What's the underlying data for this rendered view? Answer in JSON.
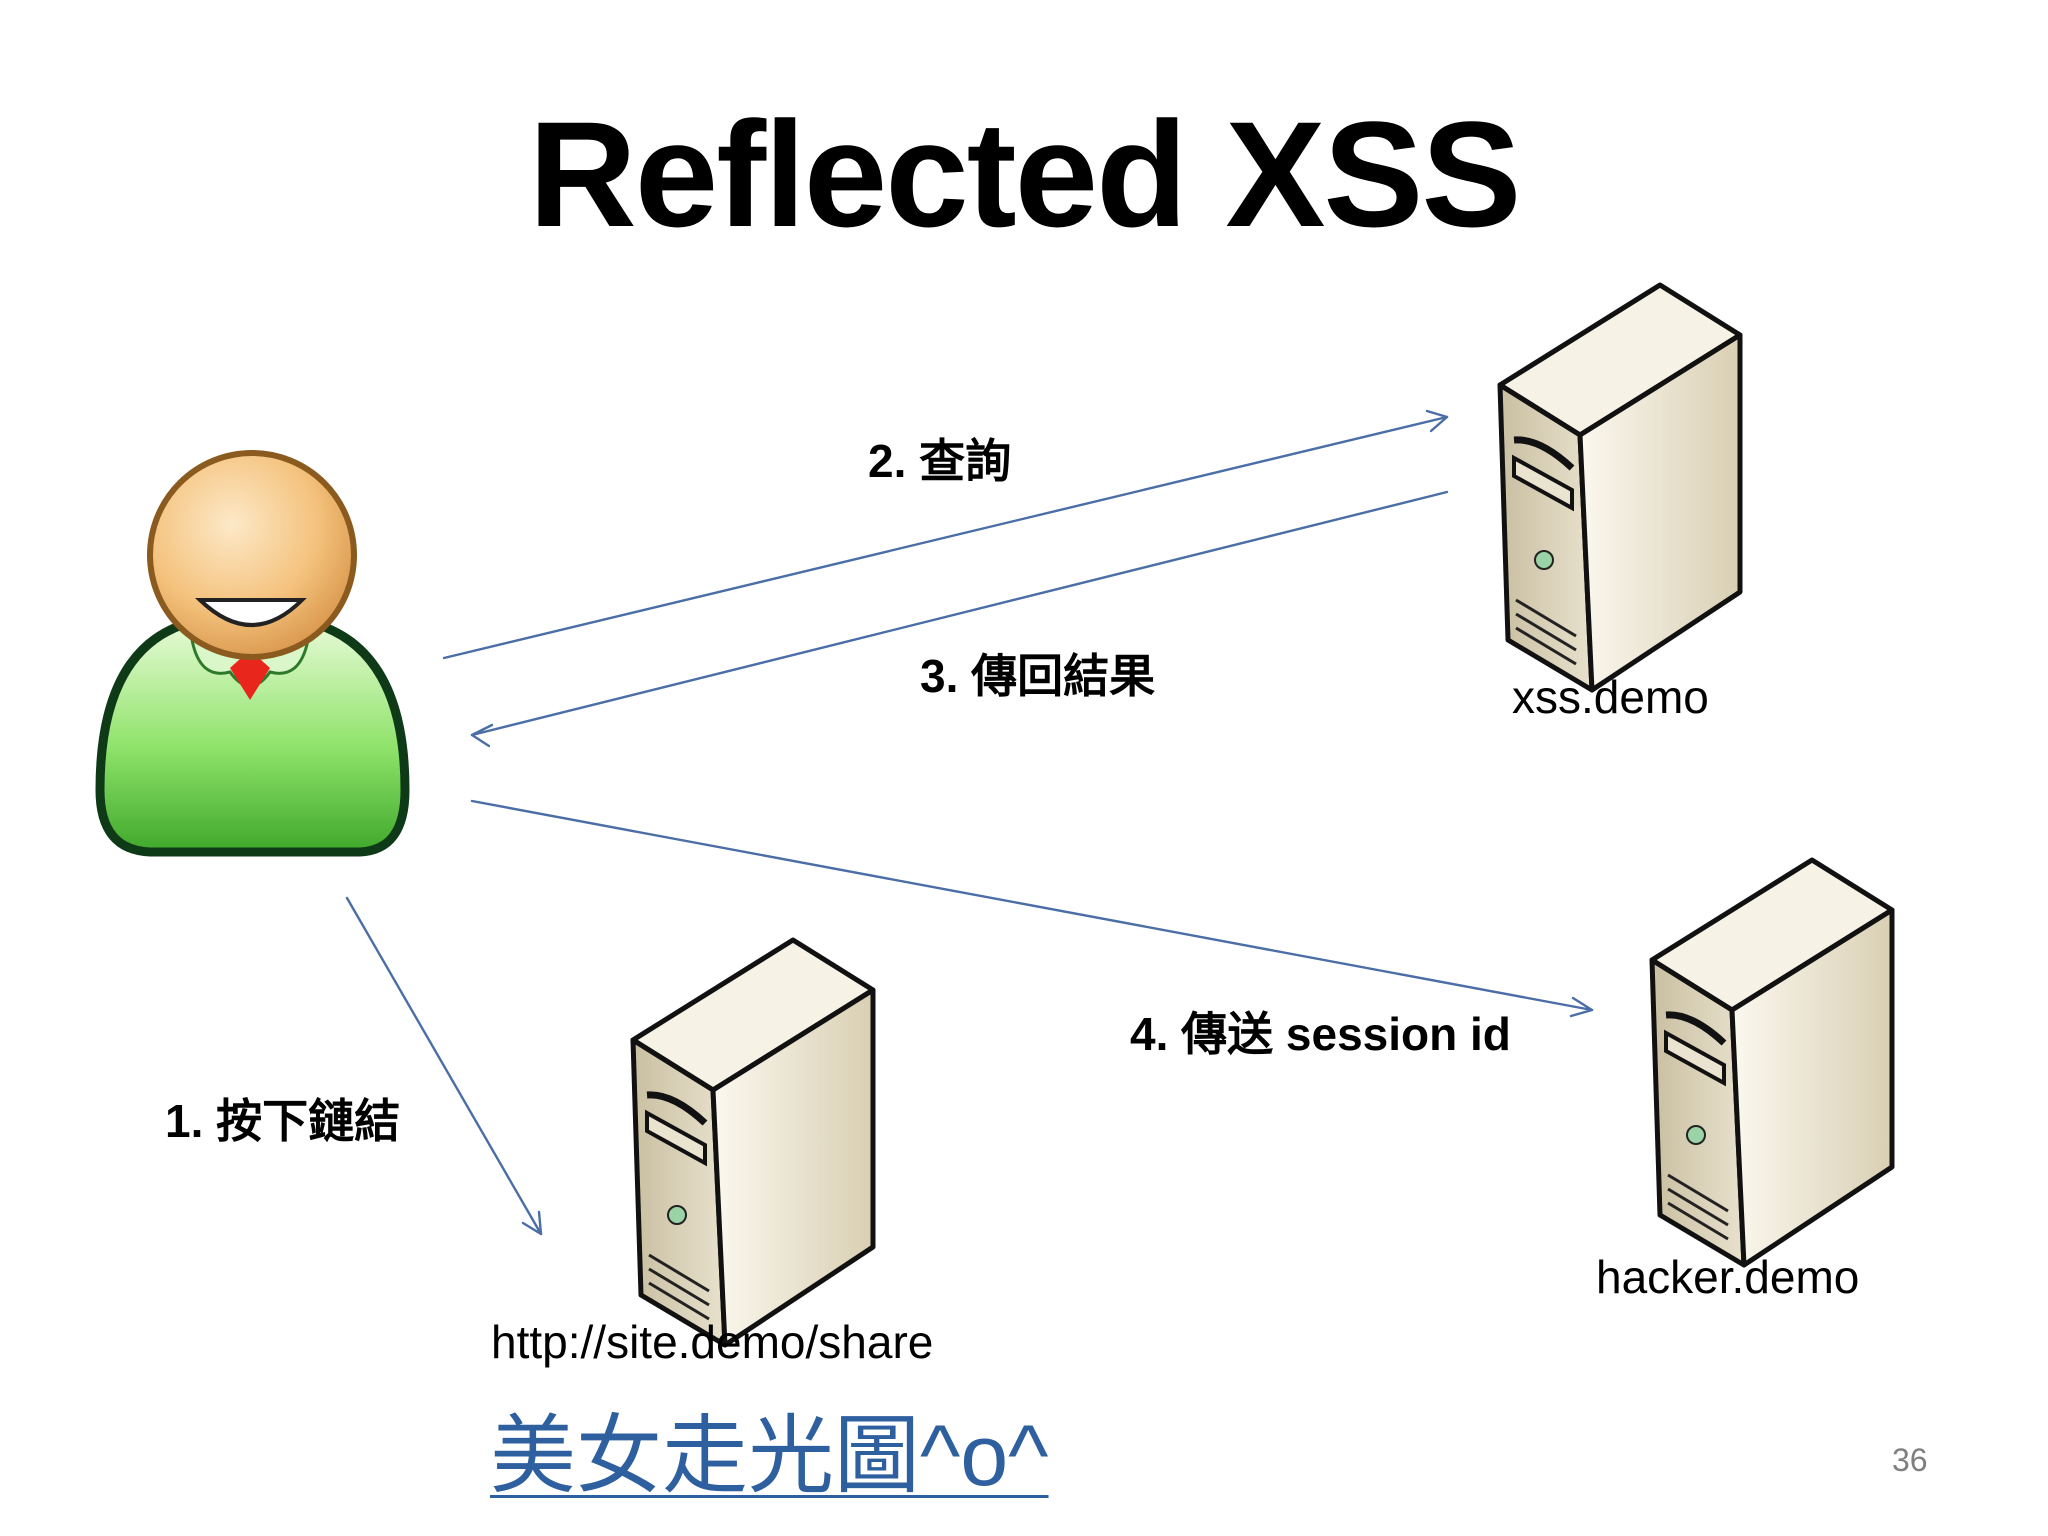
{
  "slide": {
    "title": "Reflected XSS",
    "page_number": "36"
  },
  "steps": {
    "step1": "1. 按下鏈結",
    "step2": "2. 查詢",
    "step3": "3. 傳回結果",
    "step4": "4. 傳送 session id"
  },
  "servers": {
    "xss": "xss.demo",
    "hacker": "hacker.demo",
    "share_url": "http://site.demo/share"
  },
  "link_text": "美女走光圖^o^",
  "colors": {
    "arrow": "#4a6ea5",
    "link": "#2e5f9e",
    "user_body": "#7ed957",
    "user_head": "#f2c27a"
  }
}
